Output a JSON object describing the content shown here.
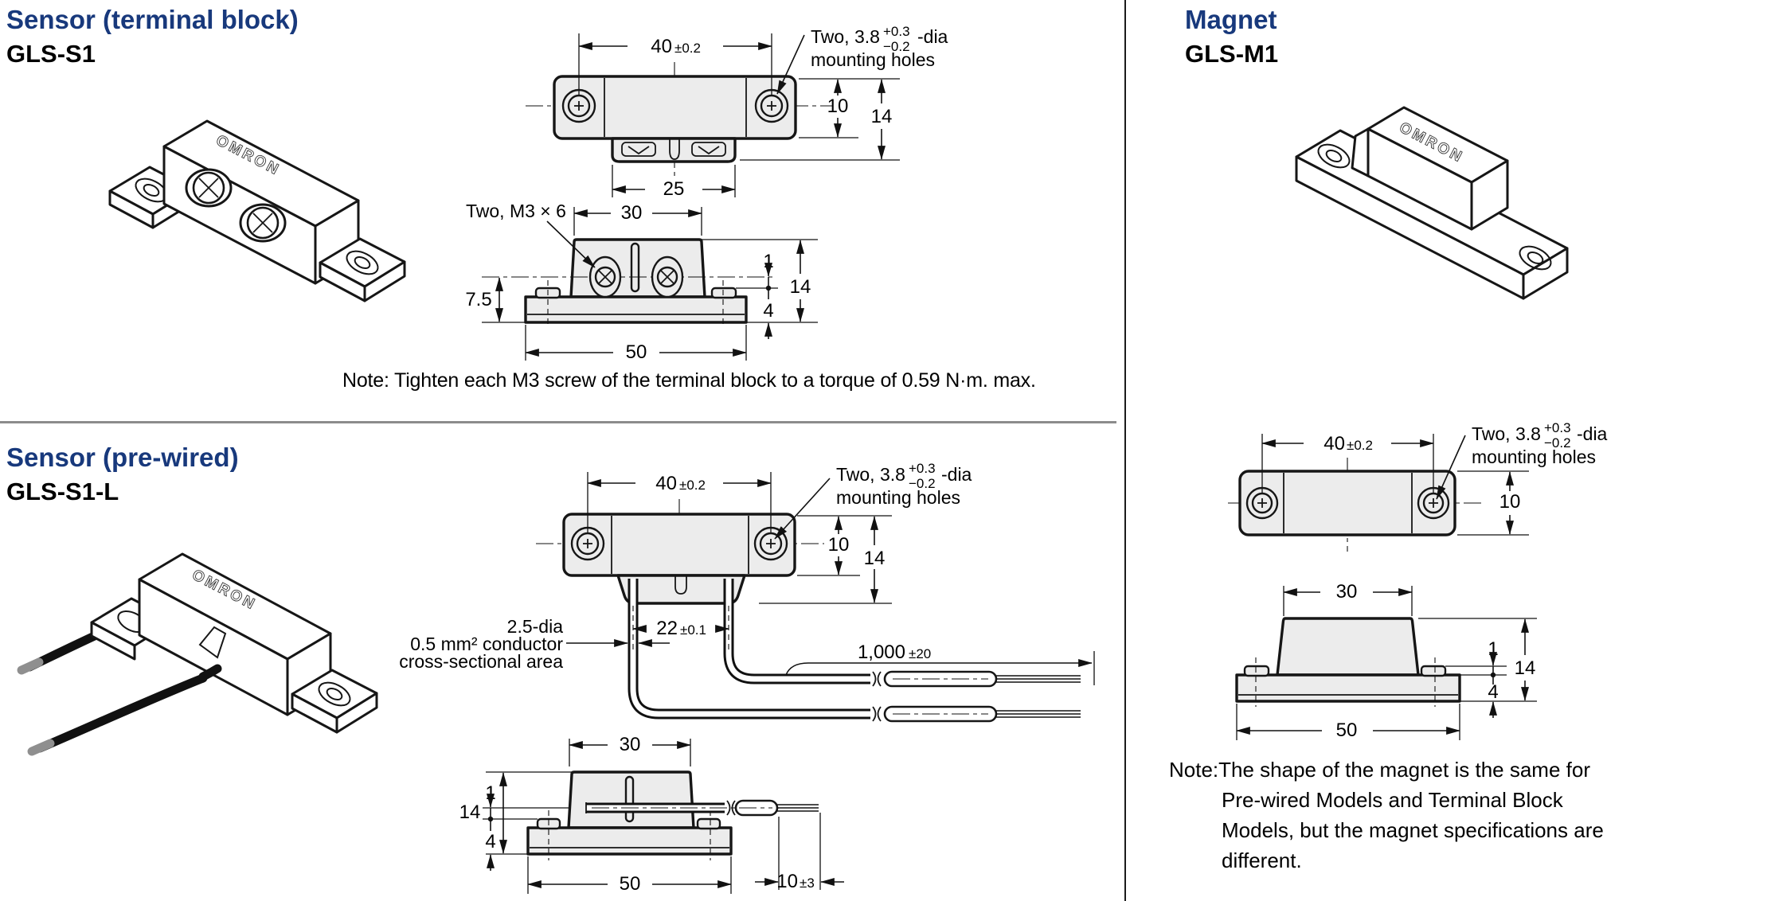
{
  "colors": {
    "accent": "#18397c",
    "ink": "#161616",
    "body_fill": "#ececec",
    "divider_gray": "#8c8c8c"
  },
  "labels": {
    "dim40_main": "40",
    "dim40_tol": "±0.2",
    "holes_prefix": "Two, 3.8",
    "holes_sup": "+0.3",
    "holes_sub": "−0.2",
    "holes_suffix": "-dia",
    "holes_line2": "mounting holes",
    "branding": "OMRON"
  },
  "terminal": {
    "title": "Sensor (terminal block)",
    "model": "GLS-S1",
    "note": "Note: Tighten each M3 screw of the terminal block to a torque of 0.59 N·m. max.",
    "top": {
      "dim10": "10",
      "dim14": "14",
      "dim25": "25"
    },
    "side": {
      "screws_label": "Two, M3 × 6",
      "dim30": "30",
      "dim7_5": "7.5",
      "dim1": "1",
      "dim14": "14",
      "dim4": "4",
      "dim50": "50"
    }
  },
  "prewired": {
    "title": "Sensor (pre-wired)",
    "model": "GLS-S1-L",
    "top": {
      "dim10": "10",
      "dim14": "14",
      "dim22_main": "22",
      "dim22_tol": "±0.1",
      "cable_line1": "2.5-dia",
      "cable_line2": "0.5 mm² conductor",
      "cable_line3": "cross-sectional area",
      "dim1000_main": "1,000",
      "dim1000_tol": "±20"
    },
    "side": {
      "dim30": "30",
      "dim14": "14",
      "dim1": "1",
      "dim4": "4",
      "dim50": "50",
      "dim10_main": "10",
      "dim10_tol": "±3"
    }
  },
  "magnet": {
    "title": "Magnet",
    "model": "GLS-M1",
    "top": {
      "dim10": "10"
    },
    "side": {
      "dim30": "30",
      "dim1": "1",
      "dim14": "14",
      "dim4": "4",
      "dim50": "50"
    },
    "note_label": "Note:",
    "note_lines": [
      "The shape of the magnet is the same for",
      "Pre-wired Models and Terminal Block",
      "Models, but the magnet specifications are",
      "different."
    ]
  }
}
